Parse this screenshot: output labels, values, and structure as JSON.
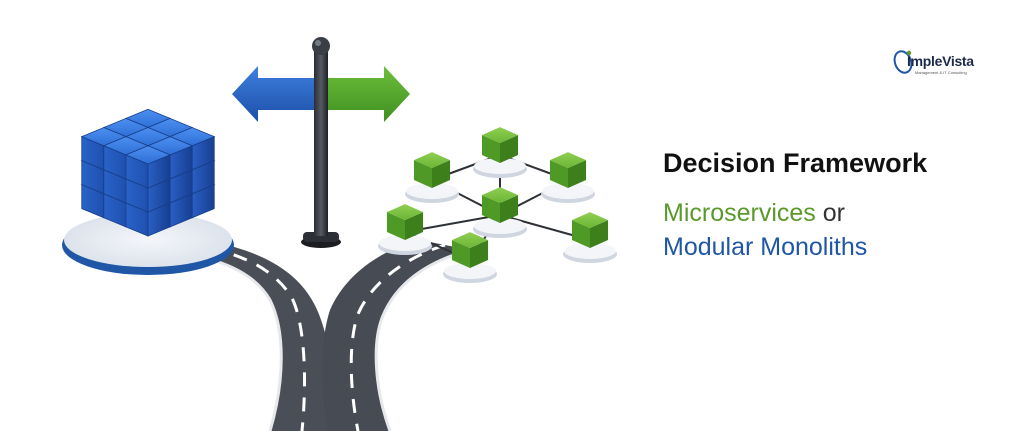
{
  "brand": {
    "name": "ImpleVista",
    "tagline": "Management & IT Consulting"
  },
  "headline": "Decision Framework",
  "subline": {
    "part1": "Microservices",
    "connector": " or",
    "part2": "Modular Monoliths"
  },
  "colors": {
    "green": "#5a9a2c",
    "blue": "#1f56a5",
    "dark": "#111111",
    "road": "#454a52"
  },
  "illustration": {
    "left_arrow_icon": "signpost-arrow-left",
    "right_arrow_icon": "signpost-arrow-right",
    "blue_cube": "modular-monolith-cube",
    "green_nodes": "microservice-nodes",
    "node_count": 7
  }
}
